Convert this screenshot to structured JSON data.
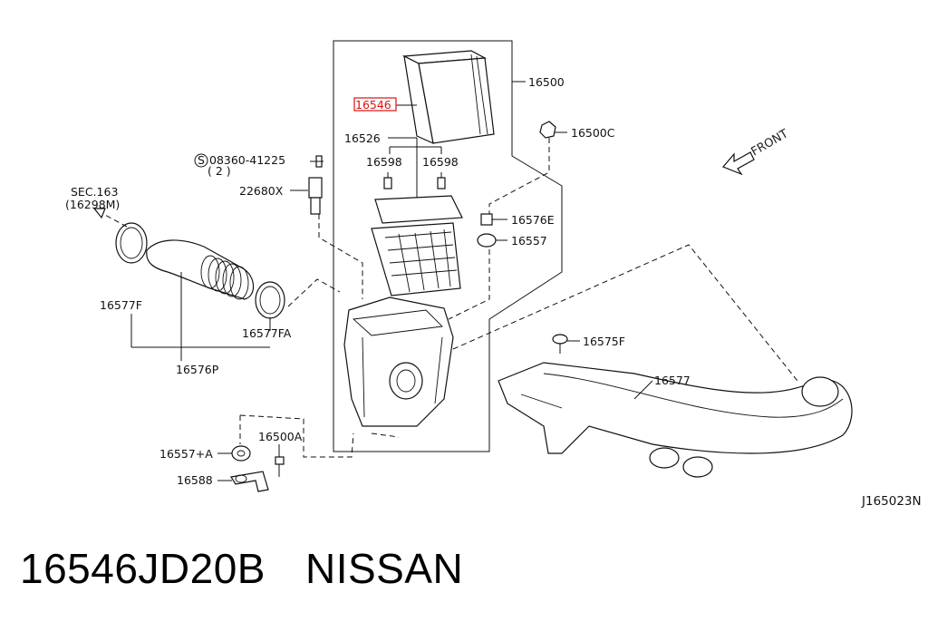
{
  "labels": {
    "p16500": "16500",
    "p16546": "16546",
    "p16526": "16526",
    "p16500c": "16500C",
    "p16598a": "16598",
    "p16598b": "16598",
    "p08360": "08360-41225",
    "p08360_qty": "( 2 )",
    "p22680x": "22680X",
    "p16576e": "16576E",
    "p16557": "16557",
    "sec163": "SEC.163",
    "sec163_ref": "(16298M)",
    "p16577f": "16577F",
    "p16577fa": "16577FA",
    "p16576p": "16576P",
    "p16575f": "16575F",
    "p16577": "16577",
    "p16557a": "16557+A",
    "p16500a": "16500A",
    "p16588": "16588",
    "front": "FRONT",
    "screw_prefix": "S",
    "diagram_ref": "J165023N"
  },
  "footer": {
    "part_number": "16546JD20B",
    "brand": "NISSAN"
  },
  "highlight_color": "#dd1111"
}
